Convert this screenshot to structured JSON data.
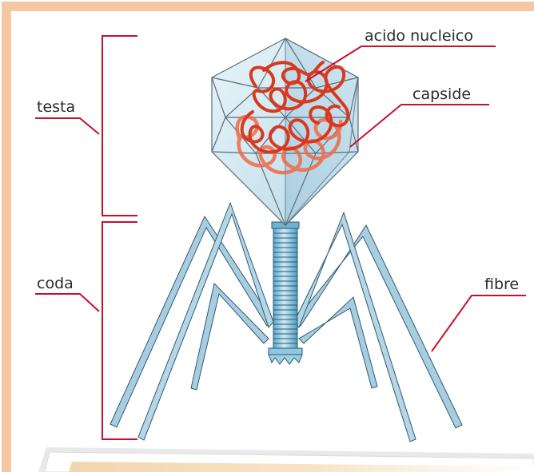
{
  "labels": {
    "acido_nucleico": "acido nucleico",
    "capside": "capside",
    "testa": "testa",
    "coda": "coda",
    "fibre": "fibre"
  },
  "colors": {
    "frame_border": "#f4c8a4",
    "leader_line": "#c8102e",
    "capsid_fill": "#d6eaf3",
    "capsid_stroke": "#5a6d78",
    "dna_dark": "#d8391e",
    "dna_light": "#ee6a44",
    "tail_fibre": "#a9cde0",
    "tail_sheath": "#8ec7df"
  },
  "icons": [
    "bacteriophage-illustration"
  ]
}
